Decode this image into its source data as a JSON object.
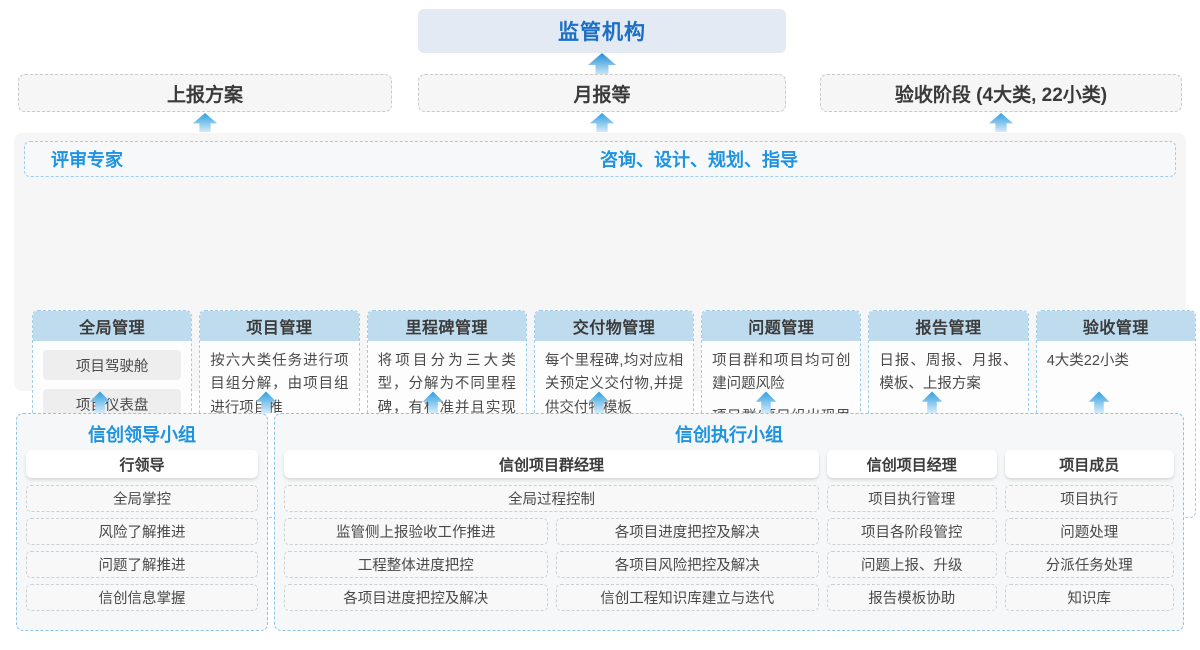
{
  "top": {
    "regulator": "监管机构",
    "reports": [
      "上报方案",
      "月报等",
      "验收阶段 (4大类, 22小类)"
    ]
  },
  "middle": {
    "expert_label": "评审专家",
    "service_label": "咨询、设计、规划、指导",
    "columns": [
      {
        "title": "全局管理",
        "text": "",
        "pills": [
          "项目驾驶舱",
          "项目仪表盘"
        ]
      },
      {
        "title": "项目管理",
        "text": "按六大类任务进行项目组分解，由项目组进行项目推",
        "pills": []
      },
      {
        "title": "里程碑管理",
        "text": "将项目分为三大类型，分解为不同里程碑，有标准并且实现差异化定制",
        "pills": []
      },
      {
        "title": "交付物管理",
        "text": "每个里程碑,均对应相关预定义交付物,并提供交付物模板",
        "pills": []
      },
      {
        "title": "问题管理",
        "text": "项目群和项目均可创建问题风险",
        "text2": "项目群/项目组出现里程碑超时,提交问题风险进行说明和解决",
        "pills": []
      },
      {
        "title": "报告管理",
        "text": "日报、周报、月报、模板、上报方案",
        "pills": []
      },
      {
        "title": "验收管理",
        "text": "4大类22小类",
        "pills": []
      }
    ]
  },
  "bottom": {
    "leader_group": {
      "title": "信创领导小组",
      "role": "行领导",
      "tasks": [
        "全局掌控",
        "风险了解推进",
        "问题了解推进",
        "信创信息掌握"
      ]
    },
    "exec_group": {
      "title": "信创执行小组",
      "program_manager": {
        "role": "信创项目群经理",
        "wide_task": "全局过程控制",
        "left_tasks": [
          "监管侧上报验收工作推进",
          "工程整体进度把控",
          "各项目进度把控及解决"
        ],
        "right_tasks": [
          "各项目进度把控及解决",
          "各项目风险把控及解决",
          "信创工程知识库建立与迭代"
        ]
      },
      "project_manager": {
        "role": "信创项目经理",
        "tasks": [
          "项目执行管理",
          "项目各阶段管控",
          "问题上报、升级",
          "报告模板协助"
        ]
      },
      "member": {
        "role": "项目成员",
        "tasks": [
          "项目执行",
          "问题处理",
          "分派任务处理",
          "知识库"
        ]
      }
    }
  },
  "colors": {
    "accent_blue": "#1e93e0",
    "regulator_fill": "#e3eaf4",
    "col_head_fill": "#bfdcef",
    "arrow_blue": "#2f9fe0"
  }
}
